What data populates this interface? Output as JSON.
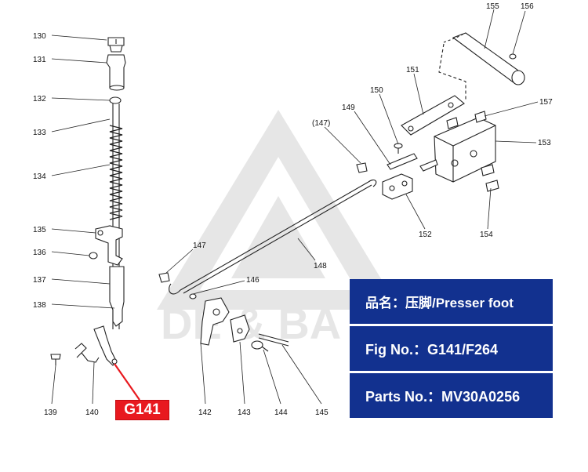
{
  "diagram": {
    "part_labels": [
      "130",
      "131",
      "132",
      "133",
      "134",
      "135",
      "136",
      "137",
      "138",
      "139",
      "140",
      "142",
      "143",
      "144",
      "145",
      "146",
      "147",
      "(147)",
      "148",
      "149",
      "150",
      "151",
      "152",
      "153",
      "154",
      "155",
      "156",
      "157"
    ],
    "watermark": "DE & BA",
    "callout": "G141",
    "callout_color": "#e8191f",
    "panel_color": "#12318f"
  },
  "info": {
    "name_line": "品名：压脚/Presser foot",
    "fig_line": "Fig No.：G141/F264",
    "parts_line": "Parts No.：MV30A0256"
  }
}
